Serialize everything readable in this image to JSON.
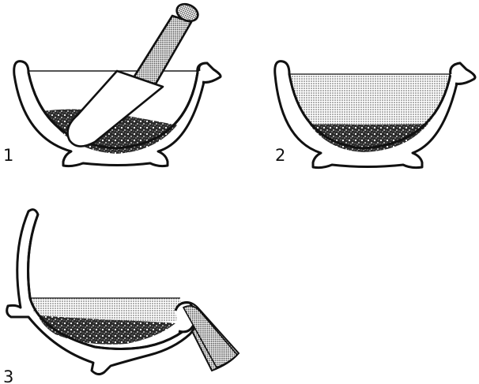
{
  "steps": [
    {
      "number": "1"
    },
    {
      "number": "2"
    },
    {
      "number": "3"
    }
  ],
  "colors": {
    "ink": "#111111",
    "paper": "#ffffff",
    "liquid_dot": "#444444",
    "solid_fill": "#2b2b2b"
  },
  "icons": {
    "mortar": "mortar-icon",
    "pestle": "pestle-icon"
  }
}
